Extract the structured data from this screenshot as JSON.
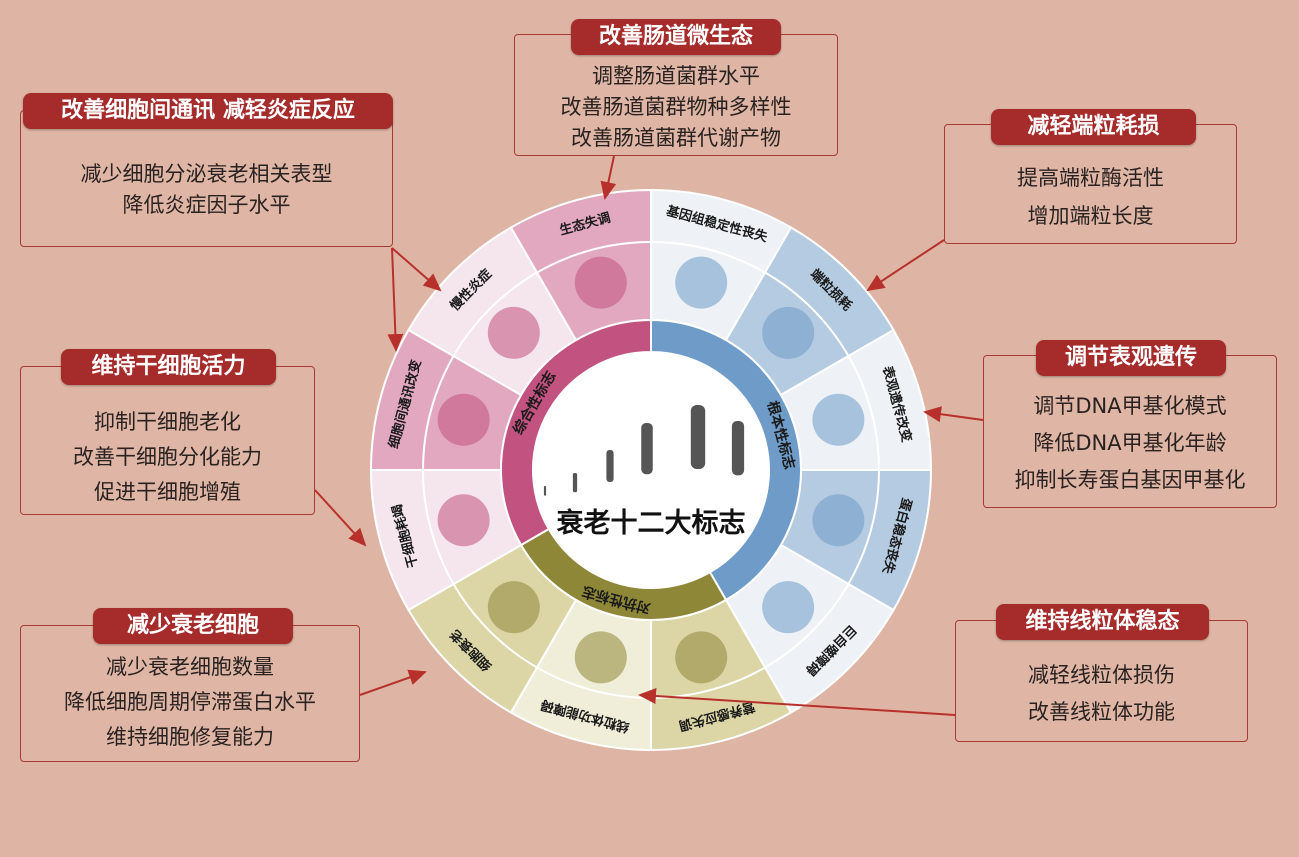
{
  "center_title": "衰老十二大标志",
  "categories": [
    {
      "label": "根本性标志",
      "color": "#6e9bc8",
      "start": 0,
      "end": 150
    },
    {
      "label": "对抗性标志",
      "color": "#8f8738",
      "start": 150,
      "end": 240
    },
    {
      "label": "综合性标志",
      "color": "#c2527f",
      "start": 240,
      "end": 360
    }
  ],
  "hallmarks": [
    {
      "label": "基因组稳定性丧失",
      "color": "#eef2f6"
    },
    {
      "label": "端粒损耗",
      "color": "#b4cbe1"
    },
    {
      "label": "表观遗传改变",
      "color": "#eef2f6"
    },
    {
      "label": "蛋白稳态丧失",
      "color": "#b4cbe1"
    },
    {
      "label": "巨自噬障碍",
      "color": "#eef2f6"
    },
    {
      "label": "营养感应失调",
      "color": "#dcd6a6"
    },
    {
      "label": "线粒体功能障碍",
      "color": "#f0edd8"
    },
    {
      "label": "细胞衰老",
      "color": "#dcd6a6"
    },
    {
      "label": "干细胞耗竭",
      "color": "#f4e6ec"
    },
    {
      "label": "细胞间通讯改变",
      "color": "#e2a8bf"
    },
    {
      "label": "慢性炎症",
      "color": "#f4e6ec"
    },
    {
      "label": "生态失调",
      "color": "#e2a8bf"
    }
  ],
  "boxes": [
    {
      "title": "改善细胞间通讯  减轻炎症反应",
      "lines": [
        "减少细胞分泌衰老相关表型",
        "降低炎症因子水平"
      ]
    },
    {
      "title": "改善肠道微生态",
      "lines": [
        "调整肠道菌群水平",
        "改善肠道菌群物种多样性",
        "改善肠道菌群代谢产物"
      ]
    },
    {
      "title": "减轻端粒耗损",
      "lines": [
        "提高端粒酶活性",
        "增加端粒长度"
      ]
    },
    {
      "title": "维持干细胞活力",
      "lines": [
        "抑制干细胞老化",
        "改善干细胞分化能力",
        "促进干细胞增殖"
      ]
    },
    {
      "title": "调节表观遗传",
      "lines": [
        "调节DNA甲基化模式",
        "降低DNA甲基化年龄",
        "抑制长寿蛋白基因甲基化"
      ]
    },
    {
      "title": "减少衰老细胞",
      "lines": [
        "减少衰老细胞数量",
        "降低细胞周期停滞蛋白水平",
        "维持细胞修复能力"
      ]
    },
    {
      "title": "维持线粒体稳态",
      "lines": [
        "减轻线粒体损伤",
        "改善线粒体功能"
      ]
    }
  ],
  "colors": {
    "accent": "#a62b2b",
    "background": "#deb5a4"
  }
}
